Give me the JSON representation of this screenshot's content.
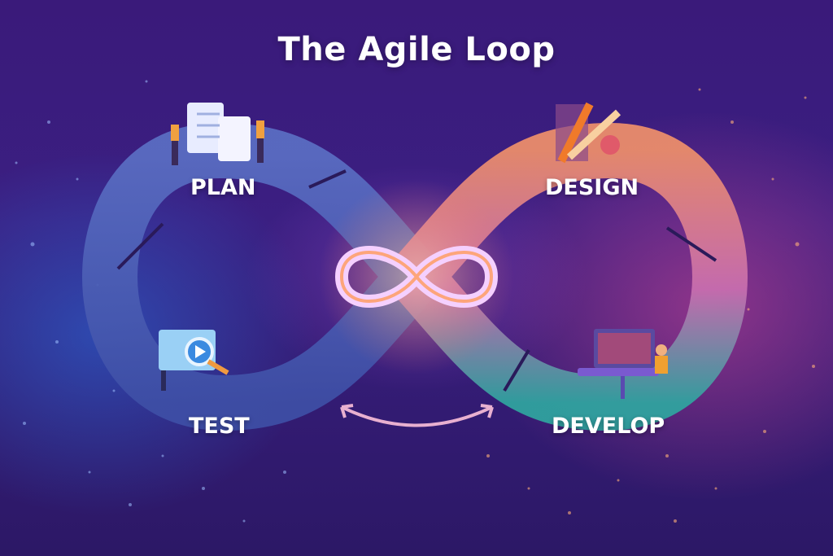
{
  "title": "The Agile Loop",
  "phases": [
    {
      "id": "plan",
      "label": "PLAN",
      "icon": "clipboard-checklist-icon"
    },
    {
      "id": "design",
      "label": "DESIGN",
      "icon": "pencil-ruler-icon"
    },
    {
      "id": "develop",
      "label": "DEVELOP",
      "icon": "laptop-developer-icon"
    },
    {
      "id": "test",
      "label": "TEST",
      "icon": "magnifier-play-icon"
    }
  ],
  "colors": {
    "background": "#3a1a7a",
    "left_loop": "#4a5fb0",
    "right_loop_top": "#f08a5a",
    "right_loop_bottom": "#2fa6a0",
    "center_glow": "#ff9a5a"
  }
}
